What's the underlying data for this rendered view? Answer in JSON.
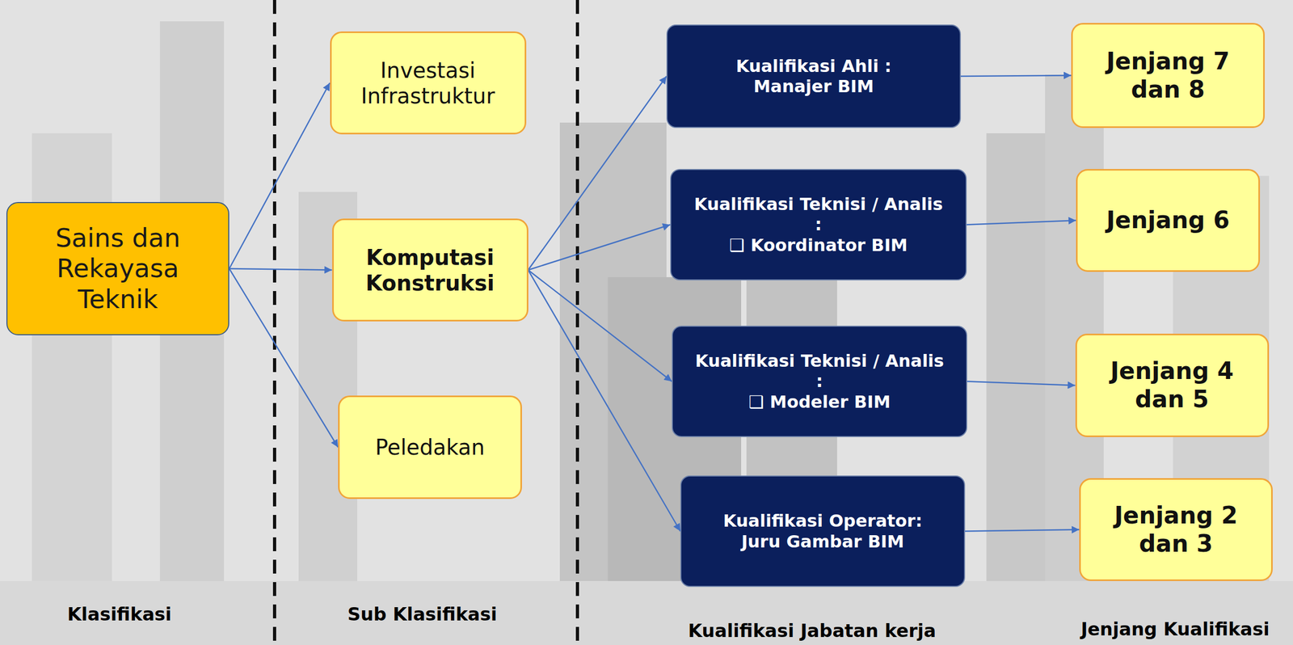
{
  "diagram": {
    "nodes": [
      {
        "text": [
          "Sains dan Rekayasa Teknik"
        ]
      },
      {
        "text": [
          "Investasi Infrastruktur"
        ]
      },
      {
        "text": [
          "Komputasi Konstruksi"
        ]
      },
      {
        "text": [
          "Peledakan"
        ]
      },
      {
        "text": [
          "Kualifikasi Ahli :",
          "Manajer BIM"
        ]
      },
      {
        "text": [
          "Kualifikasi Teknisi / Analis :",
          "❑ Koordinator BIM"
        ]
      },
      {
        "text": [
          "Kualifikasi Teknisi / Analis :",
          "❑ Modeler BIM"
        ]
      },
      {
        "text": [
          "Kualifikasi Operator:",
          "Juru Gambar BIM"
        ]
      },
      {
        "text": [
          "Jenjang 7 dan 8"
        ]
      },
      {
        "text": [
          "Jenjang 6"
        ]
      },
      {
        "text": [
          "Jenjang 4 dan 5"
        ]
      },
      {
        "text": [
          "Jenjang 2 dan 3"
        ]
      }
    ],
    "edges": [
      {
        "from": 0,
        "to": 1,
        "arrow": "to"
      },
      {
        "from": 0,
        "to": 2,
        "arrow": "to"
      },
      {
        "from": 0,
        "to": 3,
        "arrow": "to"
      },
      {
        "from": 2,
        "to": 4,
        "arrow": "to"
      },
      {
        "from": 2,
        "to": 5,
        "arrow": "to"
      },
      {
        "from": 2,
        "to": 6,
        "arrow": "to"
      },
      {
        "from": 2,
        "to": 7,
        "arrow": "to"
      },
      {
        "from": 4,
        "to": 8,
        "arrow": "to"
      },
      {
        "from": 5,
        "to": 9,
        "arrow": "to"
      },
      {
        "from": 6,
        "to": 10,
        "arrow": "to"
      },
      {
        "from": 7,
        "to": 11,
        "arrow": "to"
      }
    ],
    "labels": [
      "Klasifikasi",
      "Sub Klasifikasi",
      "Kualifikasi Jabatan kerja",
      "Jenjang Kualifikasi"
    ]
  }
}
